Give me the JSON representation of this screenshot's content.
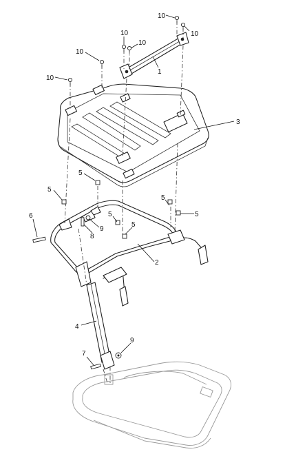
{
  "diagram": {
    "callouts": [
      {
        "id": "c-10a",
        "label": "10"
      },
      {
        "id": "c-10b",
        "label": "10"
      },
      {
        "id": "c-10c",
        "label": "10"
      },
      {
        "id": "c-10d",
        "label": "10"
      },
      {
        "id": "c-10e",
        "label": "10"
      },
      {
        "id": "c-10f",
        "label": "10"
      },
      {
        "id": "c-1",
        "label": "1"
      },
      {
        "id": "c-3",
        "label": "3"
      },
      {
        "id": "c-5a",
        "label": "5"
      },
      {
        "id": "c-5b",
        "label": "5"
      },
      {
        "id": "c-5c",
        "label": "5"
      },
      {
        "id": "c-5d",
        "label": "5"
      },
      {
        "id": "c-5e",
        "label": "5"
      },
      {
        "id": "c-5f",
        "label": "5"
      },
      {
        "id": "c-6",
        "label": "6"
      },
      {
        "id": "c-9a",
        "label": "9"
      },
      {
        "id": "c-8",
        "label": "8"
      },
      {
        "id": "c-2",
        "label": "2"
      },
      {
        "id": "c-4",
        "label": "4"
      },
      {
        "id": "c-9b",
        "label": "9"
      },
      {
        "id": "c-7",
        "label": "7"
      }
    ]
  }
}
